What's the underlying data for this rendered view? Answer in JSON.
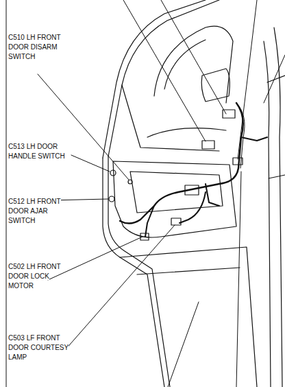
{
  "diagram": {
    "labels": [
      "C510 LH FRONT DOOR DISARM SWITCH",
      "C513 LH DOOR HANDLE SWITCH",
      "C512 LH FRONT DOOR AJAR SWITCH",
      "C502 LH FRONT DOOR LOCK MOTOR",
      "C503 LF FRONT DOOR COURTESY LAMP"
    ]
  }
}
